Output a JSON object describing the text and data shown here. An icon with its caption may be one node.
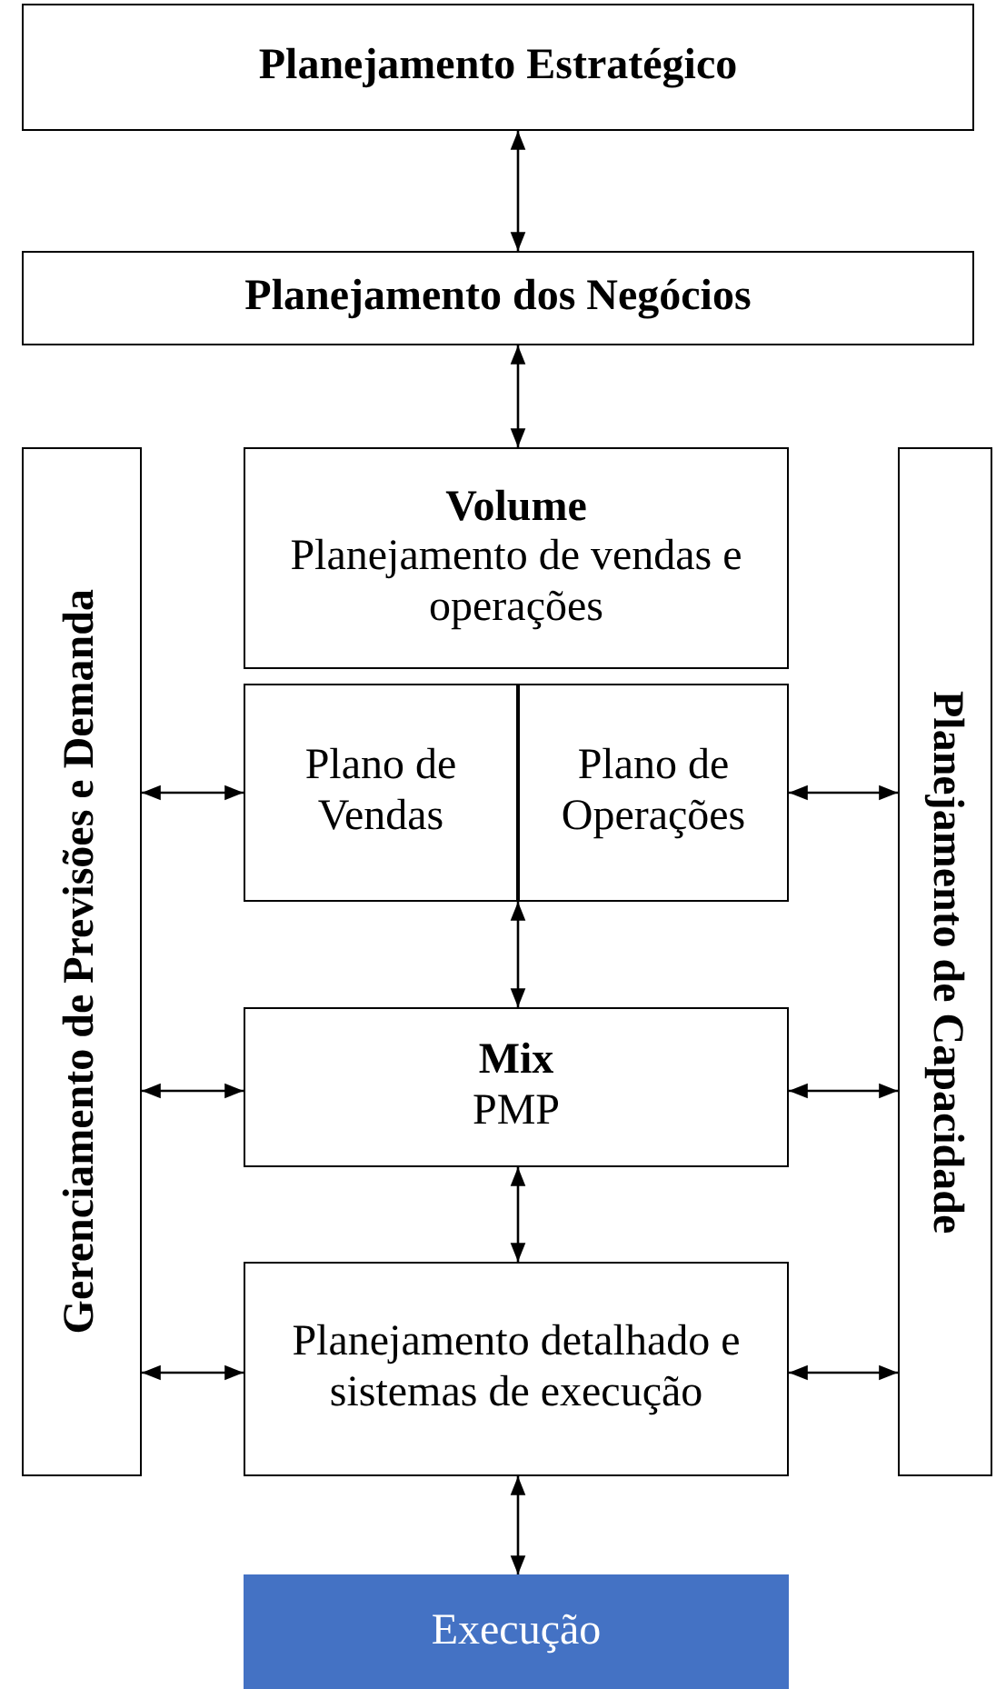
{
  "diagram": {
    "nodes": [
      {
        "text": [
          "Planejamento Estratégico"
        ]
      },
      {
        "text": [
          "Planejamento dos Negócios"
        ]
      },
      {
        "text": [
          "Gerenciamento de Previsões e Demanda"
        ]
      },
      {
        "text": [
          "Planejamento de Capacidade"
        ]
      },
      {
        "text": [
          "Volume",
          "Planejamento de vendas e operações"
        ]
      },
      {
        "text": [
          "Plano de Vendas"
        ]
      },
      {
        "text": [
          "Plano de Operações"
        ]
      },
      {
        "text": [
          "Mix",
          "PMP"
        ]
      },
      {
        "text": [
          "Planejamento detalhado e sistemas de execução"
        ]
      },
      {
        "text": [
          "Execução"
        ]
      }
    ],
    "edges": [
      {
        "from": 0,
        "to": 1,
        "arrow": "both"
      },
      {
        "from": 1,
        "to": 4,
        "arrow": "both"
      },
      {
        "from": 2,
        "to": 5,
        "arrow": "both"
      },
      {
        "from": 6,
        "to": 3,
        "arrow": "both"
      },
      {
        "from": 5,
        "to": 7,
        "arrow": "both"
      },
      {
        "from": 2,
        "to": 7,
        "arrow": "both"
      },
      {
        "from": 7,
        "to": 3,
        "arrow": "both"
      },
      {
        "from": 7,
        "to": 8,
        "arrow": "both"
      },
      {
        "from": 2,
        "to": 8,
        "arrow": "both"
      },
      {
        "from": 8,
        "to": 3,
        "arrow": "both"
      },
      {
        "from": 8,
        "to": 9,
        "arrow": "both"
      }
    ]
  }
}
